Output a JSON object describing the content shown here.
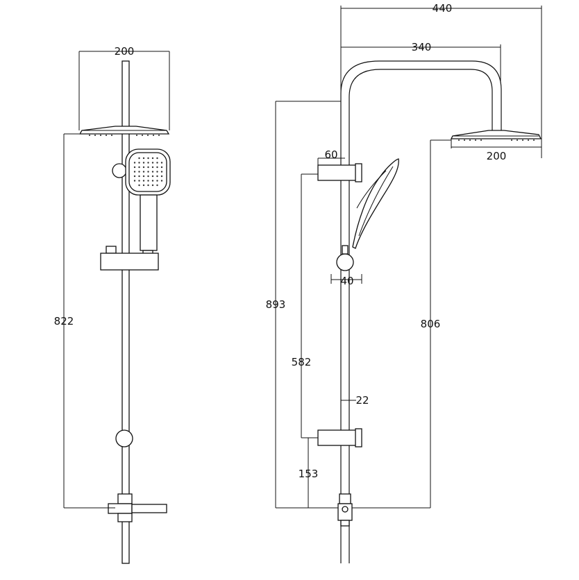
{
  "front_view": {
    "head_width": "200",
    "total_height": "822"
  },
  "side_view": {
    "overall_reach": "440",
    "arm_reach": "340",
    "head_width": "200",
    "holder_depth": "60",
    "diverter_width": "40",
    "pipe_height": "893",
    "head_height": "806",
    "rail_length": "582",
    "pipe_diameter": "22",
    "lower_holder_height": "153"
  }
}
